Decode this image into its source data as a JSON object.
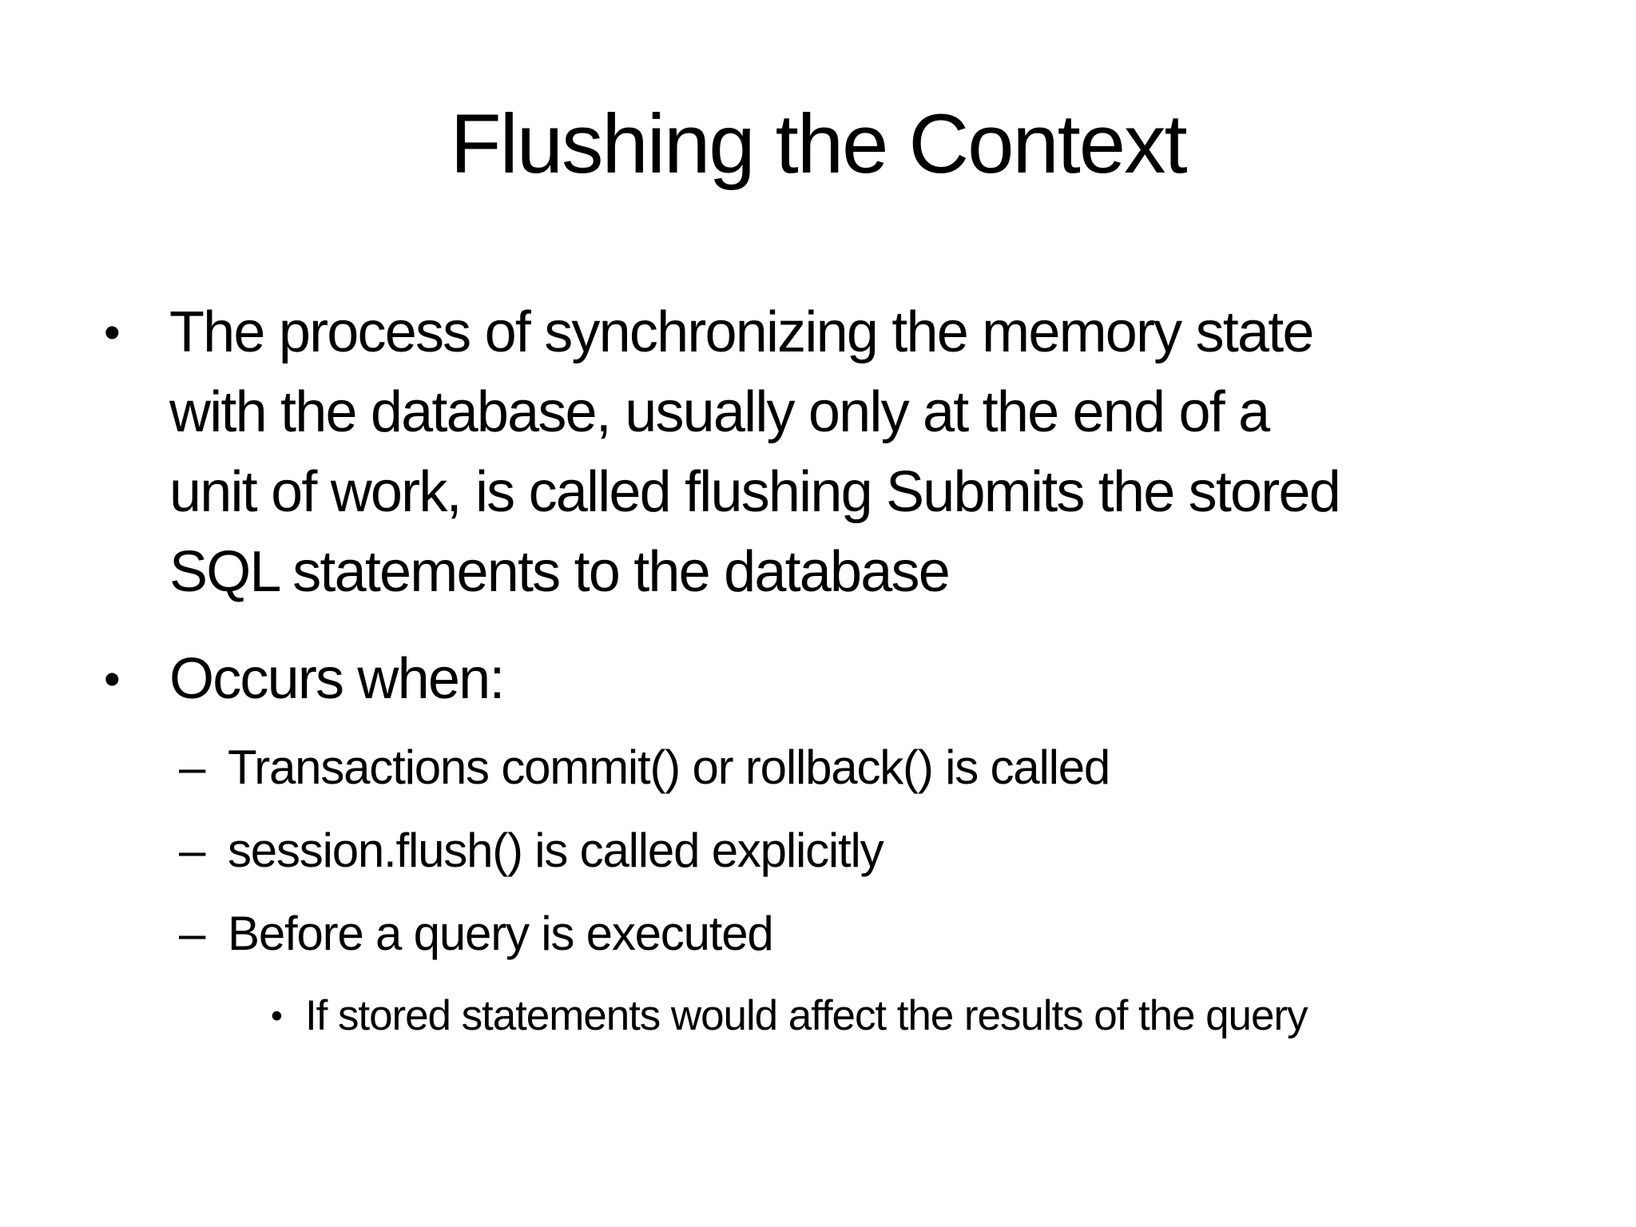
{
  "slide": {
    "title": "Flushing the Context",
    "bullets": [
      {
        "level": 1,
        "marker": "•",
        "text": "The process of synchronizing the memory state\nwith the database, usually only at the end of a\nunit of work, is called flushing Submits the stored\nSQL statements to the database"
      },
      {
        "level": 1,
        "marker": "•",
        "text": "Occurs when:"
      },
      {
        "level": 2,
        "marker": "–",
        "text": "Transactions commit() or rollback() is called"
      },
      {
        "level": 2,
        "marker": "–",
        "text": "session.flush() is called explicitly"
      },
      {
        "level": 2,
        "marker": "–",
        "text": "Before a query is executed"
      },
      {
        "level": 3,
        "marker": "•",
        "text": "If stored statements would affect the results of the query"
      }
    ]
  }
}
